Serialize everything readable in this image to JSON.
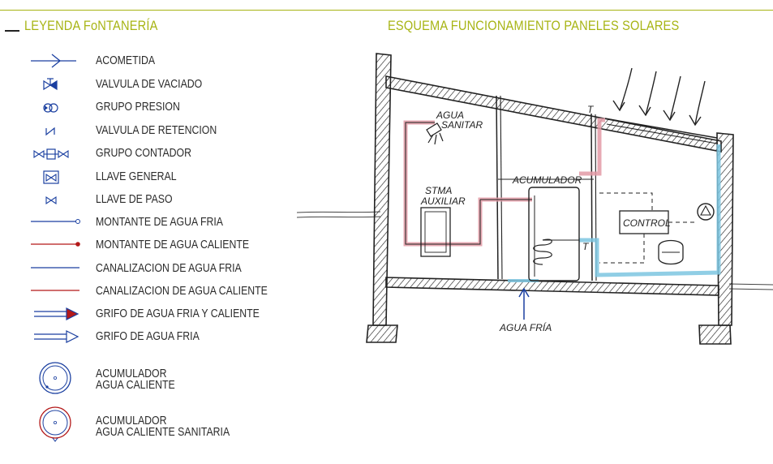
{
  "colors": {
    "accent": "#a7b414",
    "cold": "#1a3fa0",
    "hot": "#b31818",
    "pink": "#e39aa6",
    "cyan": "#7cc6e0"
  },
  "legend": {
    "title": "LEYENDA FoNTANERÍA",
    "items": [
      {
        "label": "ACOMETIDA",
        "icon": "acometida-icon"
      },
      {
        "label": "VALVULA DE VACIADO",
        "icon": "drain-valve-icon"
      },
      {
        "label": "GRUPO PRESION",
        "icon": "pressure-group-icon"
      },
      {
        "label": "VALVULA DE RETENCION",
        "icon": "check-valve-icon"
      },
      {
        "label": "GRUPO CONTADOR",
        "icon": "meter-group-icon"
      },
      {
        "label": "LLAVE GENERAL",
        "icon": "main-valve-icon"
      },
      {
        "label": "LLAVE DE PASO",
        "icon": "stop-valve-icon"
      },
      {
        "label": "MONTANTE DE AGUA FRIA",
        "icon": "cold-riser-icon"
      },
      {
        "label": "MONTANTE DE AGUA CALIENTE",
        "icon": "hot-riser-icon"
      },
      {
        "label": "CANALIZACION DE AGUA FRIA",
        "icon": "cold-pipe-icon"
      },
      {
        "label": "CANALIZACION DE AGUA CALIENTE",
        "icon": "hot-pipe-icon"
      },
      {
        "label": "GRIFO DE AGUA FRIA Y CALIENTE",
        "icon": "hot-cold-tap-icon"
      },
      {
        "label": "GRIFO DE AGUA FRIA",
        "icon": "cold-tap-icon"
      }
    ],
    "tanks": [
      {
        "line1": "ACUMULADOR",
        "line2": "AGUA CALIENTE",
        "icon": "hot-water-tank-icon"
      },
      {
        "line1": "ACUMULADOR",
        "line2": "AGUA CALIENTE SANITARIA",
        "icon": "dhw-tank-icon"
      }
    ]
  },
  "schema": {
    "title": "ESQUEMA FUNCIONAMIENTO PANELES SOLARES",
    "labels": {
      "agua_sanitar_1": "AGUA",
      "agua_sanitar_2": "SANITAR",
      "stma_1": "STMA",
      "stma_2": "AUXILIAR",
      "acumulador": "ACUMULADOR",
      "control": "CONTROL",
      "agua_fria": "AGUA FRÍA",
      "t1": "T",
      "t2": "T"
    }
  }
}
